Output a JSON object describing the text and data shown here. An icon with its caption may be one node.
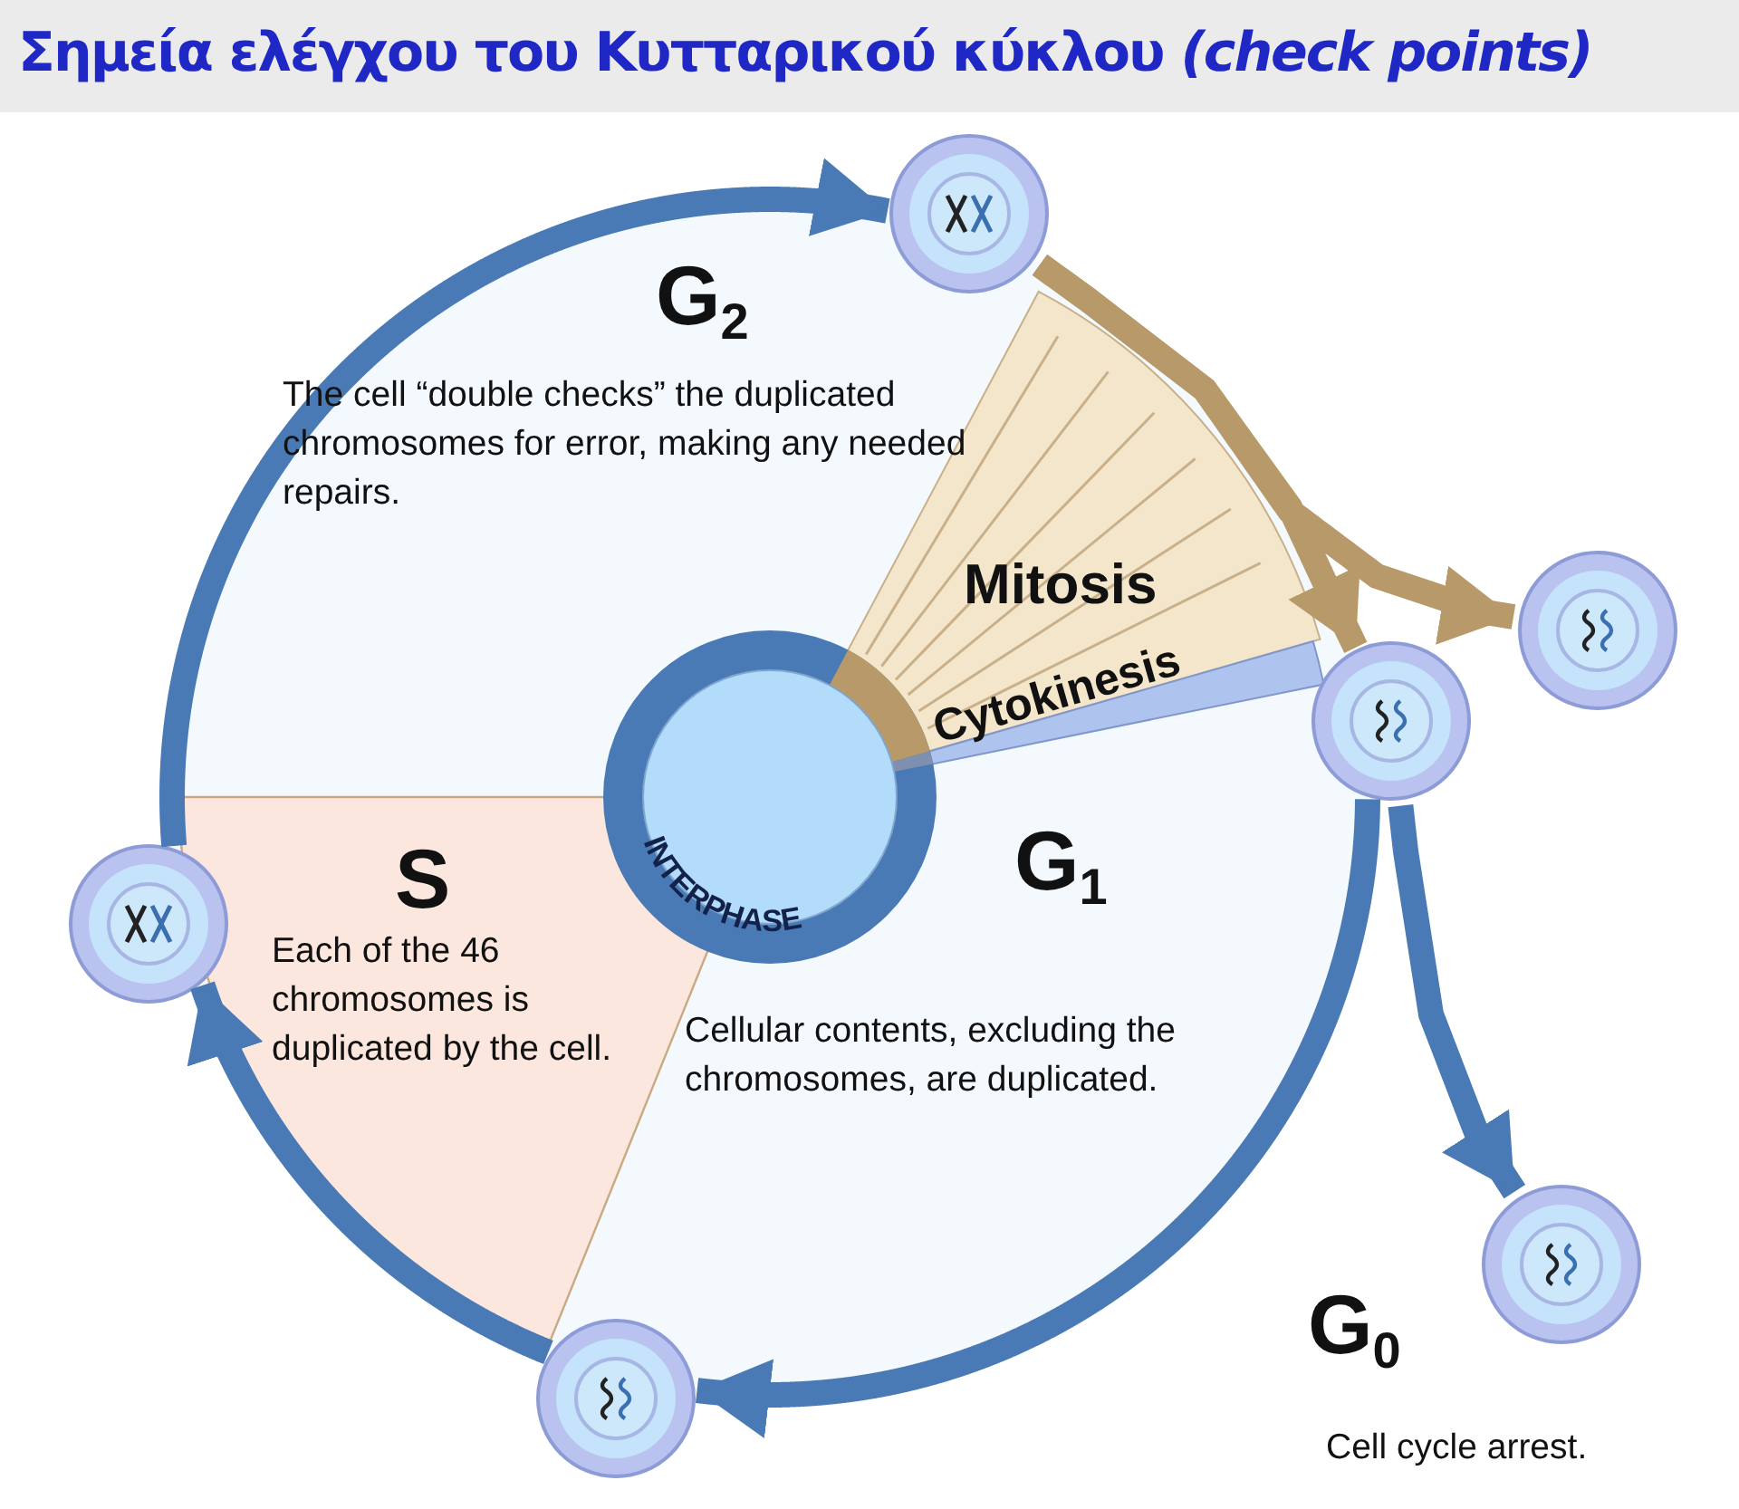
{
  "diagram": {
    "title": "Σημεία ελέγχου του Κυτταρικού κύκλου *(check points)*",
    "nodes": [
      {
        "text": [],
        "shape": "picture"
      },
      {
        "text": [],
        "shape": "picture"
      },
      {
        "text": [],
        "shape": "picture"
      },
      {
        "text": [],
        "shape": "picture"
      },
      {
        "text": [],
        "shape": "picture"
      },
      {
        "text": [],
        "shape": "picture"
      }
    ],
    "edges": [
      {
        "from": 0,
        "to": 1,
        "arrow": "to",
        "color": "#b89a6a"
      },
      {
        "from": 0,
        "to": 2,
        "arrow": "to",
        "color": "#b89a6a"
      },
      {
        "from": 1,
        "to": 3,
        "arrow": "to"
      },
      {
        "from": 1,
        "to": 4,
        "arrow": "to"
      },
      {
        "from": 4,
        "to": 5,
        "arrow": "to"
      },
      {
        "from": 5,
        "to": 0,
        "arrow": "to"
      }
    ],
    "labels": [
      "G$_{2}$",
      "The cell “double checks” the duplicated chromosomes for error, making any needed repairs.",
      "Mitosis",
      "Cytokinesis",
      "S",
      "Each of the 46 chromosomes is duplicated by the cell.",
      "INTERPHASE",
      "G$_{1}$",
      "Cellular contents, excluding the chromosomes, are duplicated.",
      "G$_{0}$",
      "Cell cycle arrest."
    ]
  }
}
